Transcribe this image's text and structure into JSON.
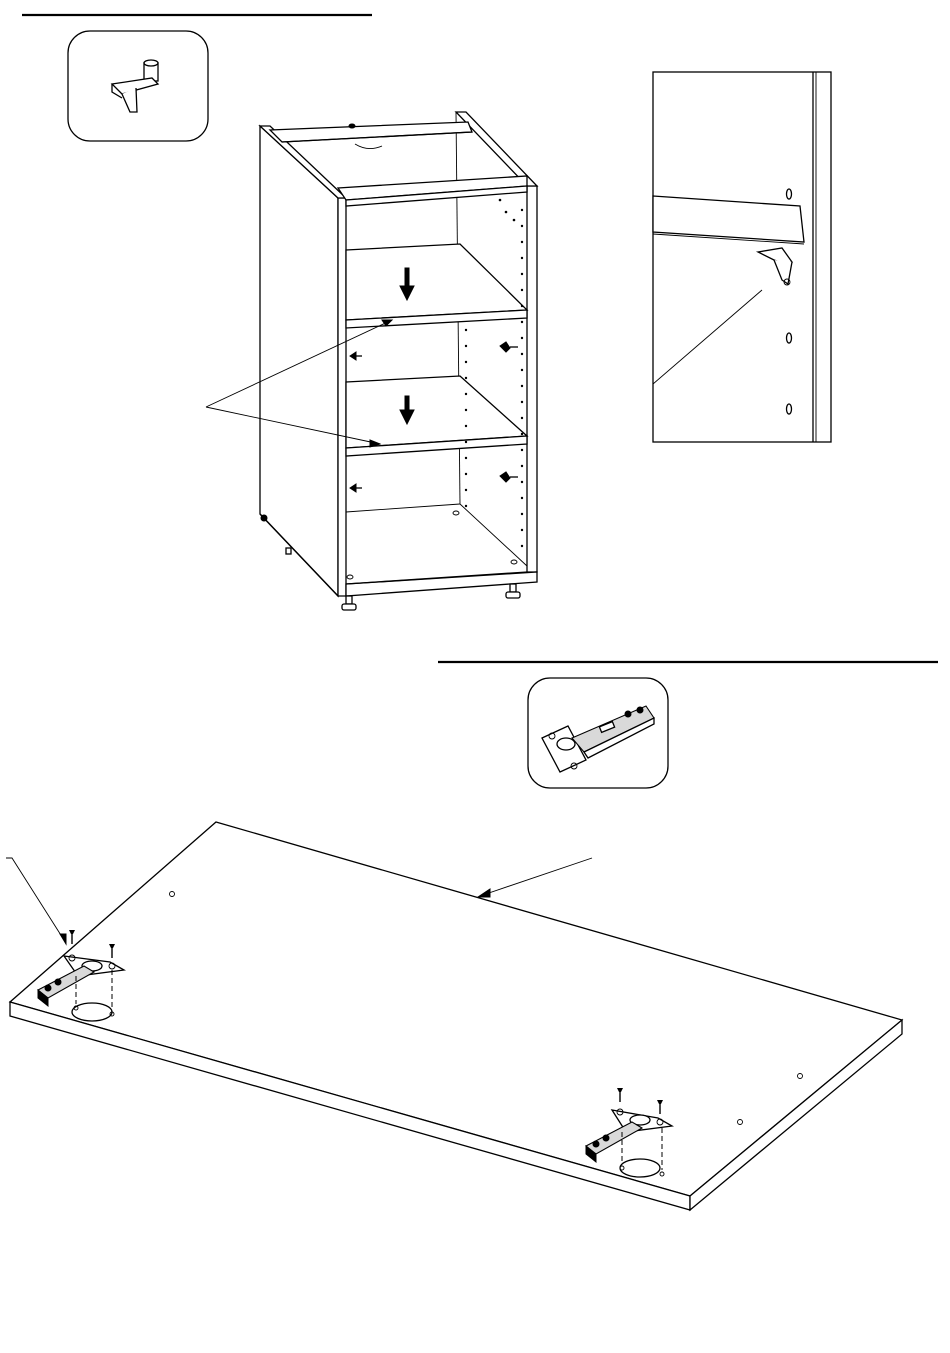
{
  "page": {
    "background": "#ffffff",
    "line_color": "#000000",
    "shade_color": "#d9d9d9"
  },
  "steps": [
    {
      "id": "shelf-installation",
      "part_icon": "shelf-support-pin-icon",
      "illustration": "cabinet-carcass-with-two-shelves",
      "callouts": [
        "down-arrow-icon",
        "down-arrow-icon"
      ],
      "detail_view": "shelf-pin-detail"
    },
    {
      "id": "hinge-installation",
      "part_icon": "concealed-hinge-icon",
      "illustration": "door-panel-with-two-hinges",
      "callouts": [
        "screw-icon",
        "screw-icon",
        "screw-icon",
        "screw-icon",
        "screw-icon",
        "screw-icon"
      ]
    }
  ]
}
